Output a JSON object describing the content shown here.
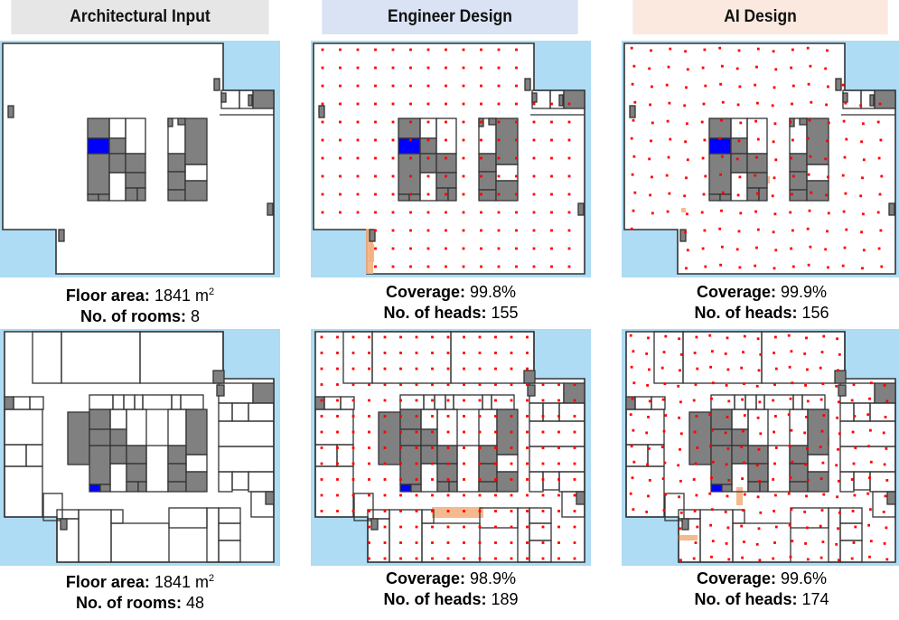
{
  "headers": [
    {
      "label": "Architectural Input",
      "color": "#e6e6e6"
    },
    {
      "label": "Engineer Design",
      "color": "#dae3f3"
    },
    {
      "label": "AI Design",
      "color": "#fbe9df"
    }
  ],
  "colors": {
    "outside": "#addcf4",
    "core": "#808080",
    "highlight": "#0000ff",
    "sprinkler": "#ff0000",
    "uncovered": "#f4b183"
  },
  "rows": [
    {
      "input": {
        "area_label": "Floor area:",
        "area_value": "1841 m",
        "area_sup": "2",
        "rooms_label": "No. of rooms:",
        "rooms_value": "8"
      },
      "engineer": {
        "coverage_label": "Coverage:",
        "coverage_value": "99.8%",
        "heads_label": "No. of heads:",
        "heads_value": "155"
      },
      "ai": {
        "coverage_label": "Coverage:",
        "coverage_value": "99.9%",
        "heads_label": "No. of heads:",
        "heads_value": "156"
      }
    },
    {
      "input": {
        "area_label": "Floor area:",
        "area_value": "1841 m",
        "area_sup": "2",
        "rooms_label": "No. of rooms:",
        "rooms_value": "48"
      },
      "engineer": {
        "coverage_label": "Coverage:",
        "coverage_value": "98.9%",
        "heads_label": "No. of heads:",
        "heads_value": "189"
      },
      "ai": {
        "coverage_label": "Coverage:",
        "coverage_value": "99.6%",
        "heads_label": "No. of heads:",
        "heads_value": "174"
      }
    }
  ]
}
